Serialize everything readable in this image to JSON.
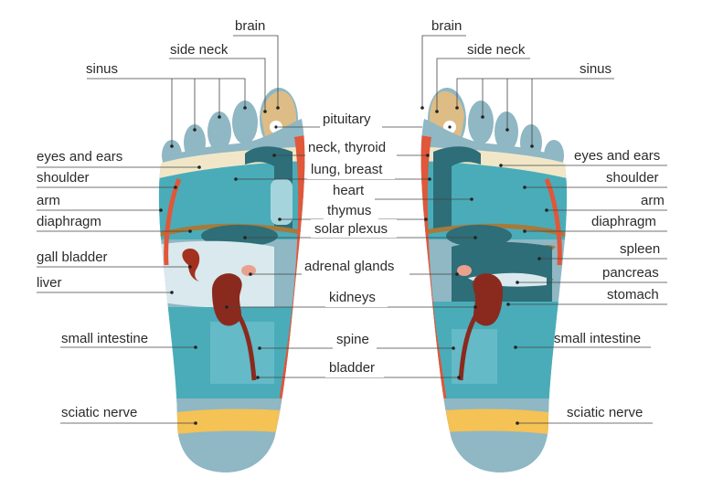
{
  "labels": {
    "brain": "brain",
    "side_neck": "side neck",
    "sinus": "sinus",
    "pituitary": "pituitary",
    "eyes_and_ears": "eyes and ears",
    "neck_thyroid": "neck, thyroid",
    "shoulder": "shoulder",
    "lung_breast": "lung, breast",
    "arm": "arm",
    "heart": "heart",
    "thymus": "thymus",
    "diaphragm": "diaphragm",
    "solar_plexus": "solar plexus",
    "gall_bladder": "gall bladder",
    "spleen": "spleen",
    "adrenal_glands": "adrenal glands",
    "pancreas": "pancreas",
    "liver": "liver",
    "kidneys": "kidneys",
    "stomach": "stomach",
    "small_intestine": "small intestine",
    "spine": "spine",
    "bladder": "bladder",
    "sciatic_nerve": "sciatic nerve"
  },
  "colors": {
    "background": "#ffffff",
    "foot_base": "#8fb7c4",
    "teal": "#4aacb9",
    "dark_teal": "#2d6e78",
    "light_teal": "#a6d4dc",
    "pale": "#d9e9ed",
    "cream": "#f1e7c8",
    "spine_orange": "#e0573a",
    "kidney": "#8a2a1e",
    "adrenal": "#e9a08d",
    "gall": "#a4301f",
    "sciatic": "#f4c255",
    "diaphragm_brown": "#a77a3b",
    "pituitary_tan": "#ddbd85"
  }
}
